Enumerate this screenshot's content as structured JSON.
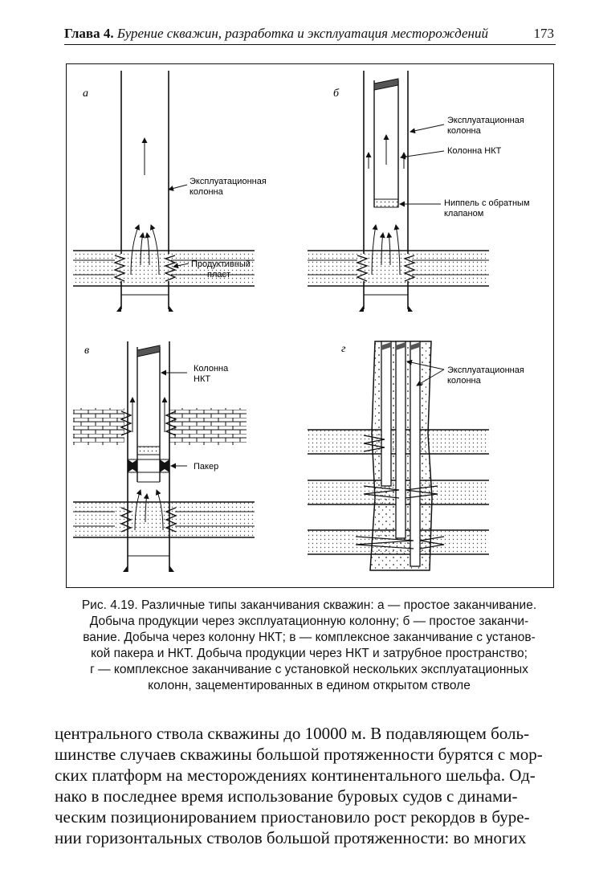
{
  "header": {
    "chapter_label": "Глава 4.",
    "chapter_title": "Бурение скважин, разработка и эксплуатация месторождений",
    "page_number": "173"
  },
  "figure": {
    "panels": [
      {
        "letter": "а",
        "labels": [
          "Эксплуатационная колонна",
          "Продуктивный пласт"
        ]
      },
      {
        "letter": "б",
        "labels": [
          "Эксплуатационная колонна",
          "Колонна НКТ",
          "Ниппель с обратным клапаном"
        ]
      },
      {
        "letter": "в",
        "labels": [
          "Колонна НКТ",
          "Пакер"
        ]
      },
      {
        "letter": "г",
        "labels": [
          "Эксплуатационная колонна"
        ]
      }
    ]
  },
  "caption": {
    "lines": [
      "Рис. 4.19. Различные типы заканчивания скважин: а — простое заканчивание.",
      "Добыча продукции через эксплуатационную колонну; б — простое заканчи-",
      "вание. Добыча через колонну НКТ; в — комплексное заканчивание с установ-",
      "кой пакера и НКТ. Добыча продукции через НКТ и затрубное пространство;",
      "г — комплексное заканчивание с установкой нескольких эксплуатационных",
      "колонн, зацементированных  в едином открытом стволе"
    ]
  },
  "body": {
    "lines": [
      "центрального ствола скважины до 10000 м. В подавляющем боль-",
      "шинстве случаев скважины большой протяженности бурятся с мор-",
      "ских платформ на месторождениях континентального шельфа. Од-",
      "нако в последнее время использование буровых судов с динами-",
      "ческим позиционированием приостановило рост рекордов в буре-",
      "нии горизонтальных стволов большой протяженности: во многих"
    ]
  }
}
